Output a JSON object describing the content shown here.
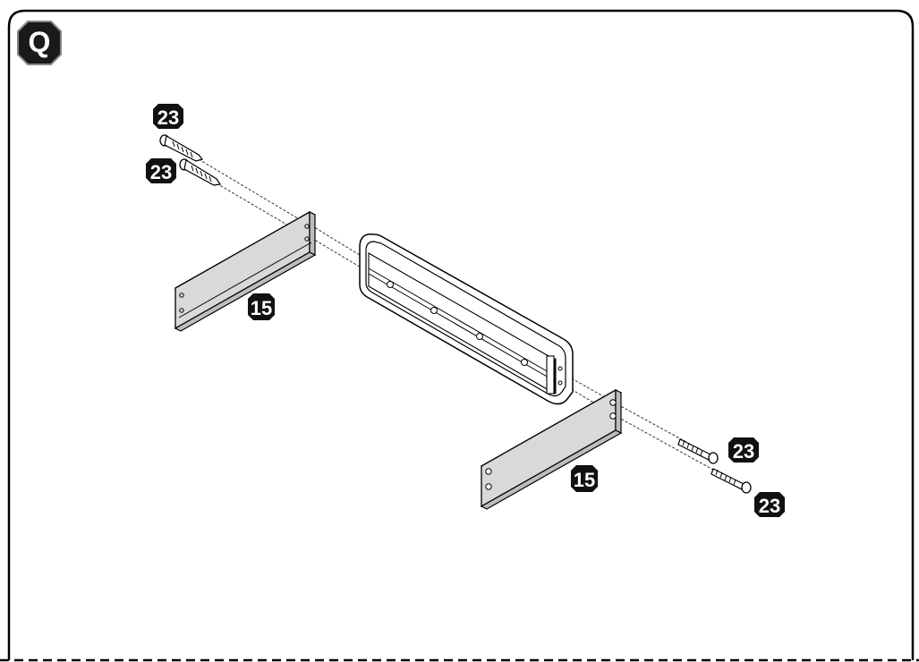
{
  "step": {
    "letter": "Q"
  },
  "parts": {
    "screw_label": "23",
    "rail_label": "15"
  },
  "colors": {
    "frame": "#000000",
    "panel_fill": "#d9d9d9",
    "panel_dark": "#bdbdbd",
    "badge_fill": "#111111",
    "badge_text": "#ffffff"
  },
  "icons": [
    "octagon-badge-icon",
    "screw-icon",
    "rail-panel-icon",
    "headboard-frame-icon"
  ]
}
